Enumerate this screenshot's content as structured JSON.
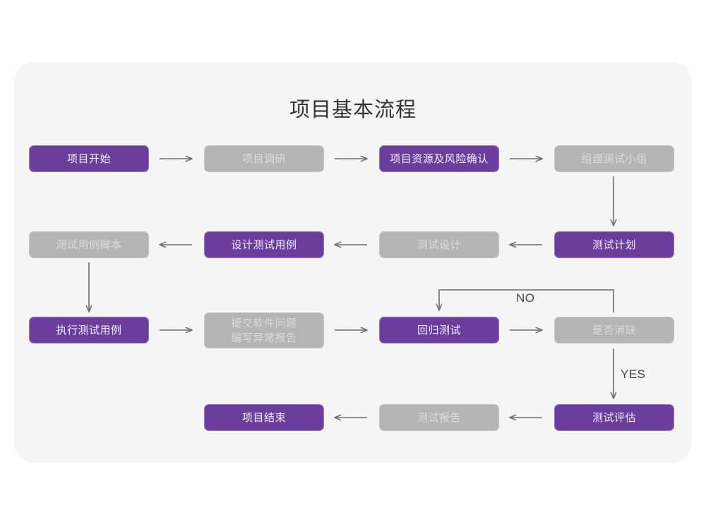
{
  "card": {
    "background": "#f5f5f5",
    "page_background": "#ffffff"
  },
  "title": "项目基本流程",
  "colors": {
    "purple_fill": "#6b3e9e",
    "purple_border": "#9a72c2",
    "purple_text": "#f2eef8",
    "gray_fill": "#b4b4b4",
    "gray_border": "#c4c4c4",
    "gray_text": "#dcdcdc",
    "arrow": "#6e6e6e",
    "title_text": "#333333",
    "label_text": "#444444"
  },
  "nodes": [
    {
      "id": "n1",
      "label": "项目开始",
      "style": "purple",
      "row": 1,
      "col": 1
    },
    {
      "id": "n2",
      "label": "项目调研",
      "style": "gray",
      "row": 1,
      "col": 2
    },
    {
      "id": "n3",
      "label": "项目资源及风险确认",
      "style": "purple",
      "row": 1,
      "col": 3
    },
    {
      "id": "n4",
      "label": "组建测试小组",
      "style": "gray",
      "row": 1,
      "col": 4
    },
    {
      "id": "n5",
      "label": "测试用例脚本",
      "style": "gray",
      "row": 2,
      "col": 1
    },
    {
      "id": "n6",
      "label": "设计测试用例",
      "style": "purple",
      "row": 2,
      "col": 2
    },
    {
      "id": "n7",
      "label": "测试设计",
      "style": "gray",
      "row": 2,
      "col": 3
    },
    {
      "id": "n8",
      "label": "测试计划",
      "style": "purple",
      "row": 2,
      "col": 4
    },
    {
      "id": "n9",
      "label": "执行测试用例",
      "style": "purple",
      "row": 3,
      "col": 1
    },
    {
      "id": "n10",
      "label": "提交软件问题\n编写异常报告",
      "style": "gray",
      "row": 3,
      "col": 2
    },
    {
      "id": "n11",
      "label": "回归测试",
      "style": "purple",
      "row": 3,
      "col": 3
    },
    {
      "id": "n12",
      "label": "是否消缺",
      "style": "gray",
      "row": 3,
      "col": 4
    },
    {
      "id": "n13",
      "label": "项目结束",
      "style": "purple",
      "row": 4,
      "col": 2
    },
    {
      "id": "n14",
      "label": "测试报告",
      "style": "gray",
      "row": 4,
      "col": 3
    },
    {
      "id": "n15",
      "label": "测试评估",
      "style": "purple",
      "row": 4,
      "col": 4
    }
  ],
  "edge_labels": {
    "no": "NO",
    "yes": "YES"
  },
  "icons": {
    "arrow_right": "arrow-right-icon",
    "arrow_left": "arrow-left-icon",
    "arrow_down": "arrow-down-icon",
    "loop_back": "loop-back-arrow-icon"
  }
}
